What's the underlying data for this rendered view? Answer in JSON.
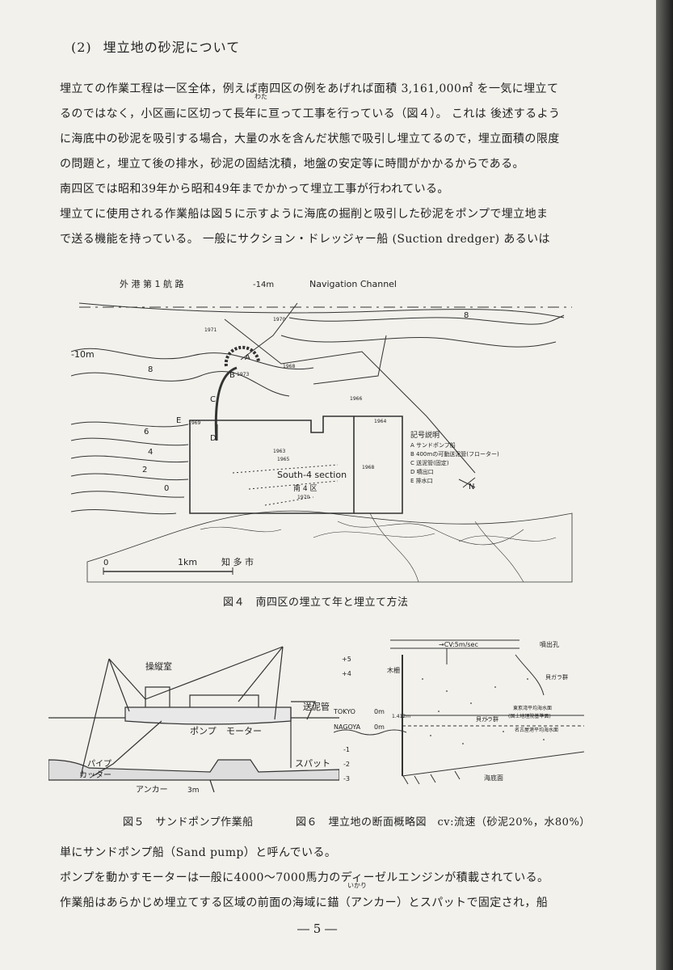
{
  "section": {
    "number": "(2)",
    "title": "埋立地の砂泥について"
  },
  "paragraphs_top": [
    "埋立ての作業工程は一区全体，例えば南四区の例をあげれば面積 3,161,000㎡ を一気に埋立て",
    "るのではなく，小区画に区切って長年に亘って工事を行っている（図４）。 これは 後述するよう",
    "に海底中の砂泥を吸引する場合，大量の水を含んだ状態で吸引し埋立てるので，埋立面積の限度",
    "の問題と，埋立て後の排水，砂泥の固結沈積，地盤の安定等に時間がかかるからである。",
    "南四区では昭和39年から昭和49年までかかって埋立工事が行われている。",
    "埋立てに使用される作業船は図５に示すように海底の掘削と吸引した砂泥をポンプで埋立地ま",
    "で送る機能を持っている。 一般にサクション・ドレッジャー船 (Suction dredger) あるいは"
  ],
  "ruby": {
    "wata": "わた",
    "ikari": "いかり"
  },
  "figure4": {
    "caption": "図４　南四区の埋立て年と埋立て方法",
    "channel_jp": "外 港 第 1 航 路",
    "depth_label": "-14m",
    "channel_en": "Navigation Channel",
    "contours": [
      "-10m",
      "8",
      "6",
      "4",
      "2",
      "0",
      "8"
    ],
    "point_letters": [
      "A",
      "B",
      "C",
      "D",
      "E"
    ],
    "years": [
      "1971",
      "1970",
      "1973",
      "1968",
      "1966",
      "1969",
      "1964",
      "1963",
      "1965",
      "1968",
      "1970"
    ],
    "area_en": "South-4 section",
    "area_jp": "南 4 区",
    "north": "N",
    "scale_zero": "0",
    "scale_label": "1km",
    "place": "知 多 市",
    "legend": {
      "title": "記号説明",
      "items": [
        "A  サンドポンプ船",
        "B  400mの可動送泥管(フローター)",
        "C  送泥管(固定)",
        "D  噴出口",
        "E  排水口"
      ]
    }
  },
  "figure5": {
    "caption": "図５　サンドポンプ作業船",
    "labels": {
      "cabin": "操縦室",
      "pipe_out": "送泥管",
      "pump": "ポンプ",
      "motor": "モーター",
      "spud": "スパット",
      "pipe": "パイプ",
      "cutter": "カッター",
      "anchor": "アンカー",
      "depth": "3m"
    }
  },
  "figure6": {
    "caption": "図６　埋立地の断面概略図　cv:流速（砂泥20%，水80%）",
    "flow": "→CV:5m/sec",
    "outlet": "噴出孔",
    "fence": "木柵",
    "shells": "貝ガラ群",
    "tokyo": "TOKYO",
    "nagoya": "NAGOYA",
    "zero": "0m",
    "tokyo_note1": "東京湾平均海水面",
    "tokyo_note2": "(国土地理院基準面)",
    "nagoya_note": "名古屋港平均海水面",
    "diff": "1.412m",
    "seabed": "海底面",
    "scale": [
      "+5",
      "+4",
      "-1",
      "-2",
      "-3"
    ]
  },
  "paragraphs_bottom": [
    "単にサンドポンプ船（Sand pump）と呼んでいる。",
    "ポンプを動かすモーターは一般に4000〜7000馬力のディーゼルエンジンが積載されている。",
    "作業船はあらかじめ埋立てする区域の前面の海域に錨（アンカー）とスパットで固定され，船"
  ],
  "page_number": "― 5 ―"
}
